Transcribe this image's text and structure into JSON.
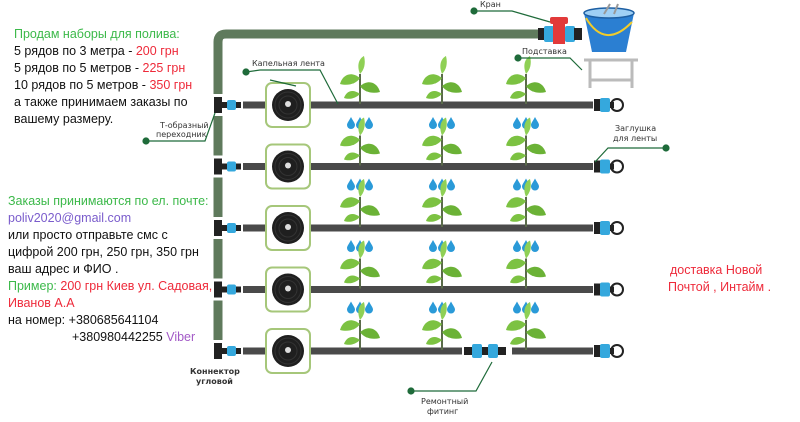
{
  "offer": {
    "heading": "Продам наборы для полива:",
    "items": [
      {
        "text": "5 рядов по 3 метра - ",
        "price": "200 грн"
      },
      {
        "text": "5 рядов по 5 метров - ",
        "price": "225 грн"
      },
      {
        "text": "10 рядов по 5 метров - ",
        "price": "350 грн"
      }
    ],
    "custom_line1": "а также принимаем заказы по",
    "custom_line2": "вашему размеру."
  },
  "orders": {
    "heading": "Заказы принимаются по ел. почте:",
    "email": "poliv2020@gmail.com",
    "line1": "или просто отправьте смс с",
    "line2": "цифрой 200 грн, 250 грн, 350 грн",
    "line3": "ваш адрес и ФИО .",
    "example_label": "Пример: ",
    "example_text1": "200 грн Киев ул. Садовая,",
    "example_text2": "Иванов А.А",
    "phone_label": "на номер:  ",
    "phone1": "+380685641104",
    "phone2": "+380980442255",
    "phone2_note": " Viber"
  },
  "delivery": {
    "line1": "доставка Новой",
    "line2": "Почтой , Интайм ."
  },
  "diagram": {
    "labels": {
      "tap": "Кран",
      "stand": "Подставка",
      "drip_tape": "Капельная лента",
      "t_connector_1": "Т-образный",
      "t_connector_2": "переходник",
      "end_plug_1": "Заглушка",
      "end_plug_2": "для ленты",
      "corner_connector_1": "Коннектор",
      "corner_connector_2": "угловой",
      "repair_fitting_1": "Ремонтный",
      "repair_fitting_2": "фитинг"
    },
    "rows": 5,
    "plants_per_row": 3
  },
  "colors": {
    "pipe": "#5f7a5c",
    "tape": "#4a4a4a",
    "connector": "#35a8dd",
    "leaf": "#7cc242",
    "drop": "#2a9ad8",
    "label_line": "#1f6b3a",
    "coil_frame": "#a6c77a"
  }
}
